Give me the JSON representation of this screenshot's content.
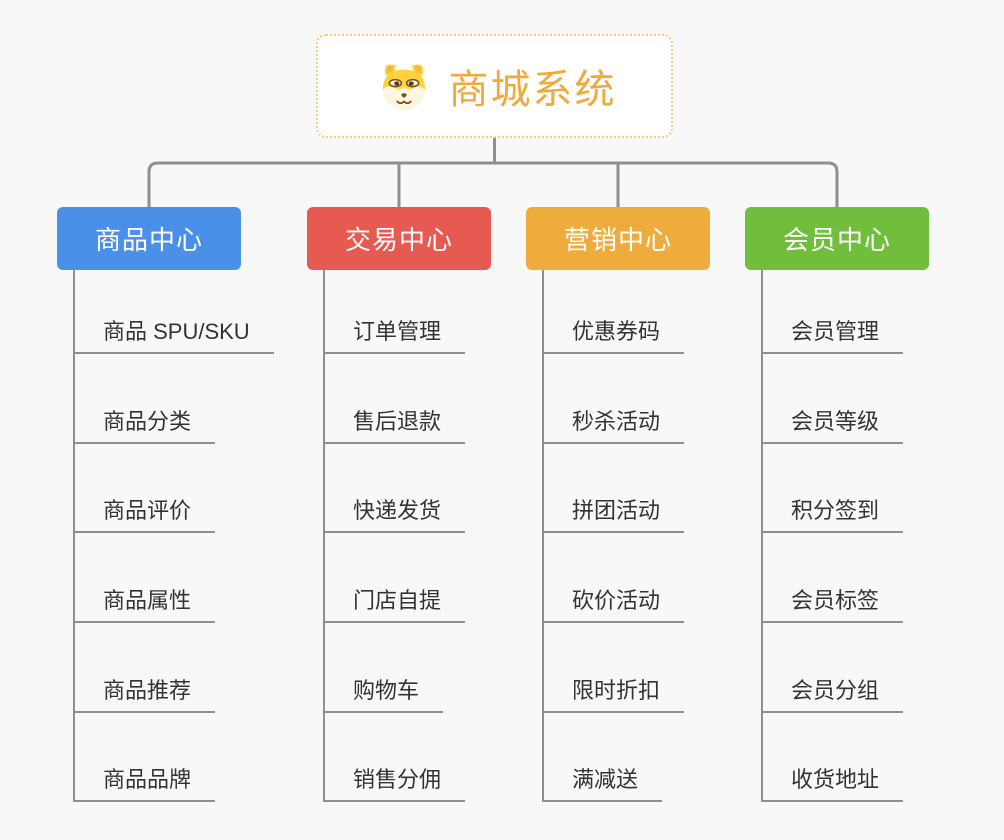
{
  "app": {
    "background": "#f8f8f8",
    "line_color": "#8f8f8f"
  },
  "root": {
    "title": "商城系统",
    "icon": "dog-face-icon",
    "text_color": "#F0A93C",
    "border_color": "#F3C983"
  },
  "branches": [
    {
      "id": "product-center",
      "label": "商品中心",
      "color": "#4A90E8",
      "items": [
        "商品 SPU/SKU",
        "商品分类",
        "商品评价",
        "商品属性",
        "商品推荐",
        "商品品牌"
      ]
    },
    {
      "id": "trade-center",
      "label": "交易中心",
      "color": "#E65A52",
      "items": [
        "订单管理",
        "售后退款",
        "快递发货",
        "门店自提",
        "购物车",
        "销售分佣"
      ]
    },
    {
      "id": "marketing-center",
      "label": "营销中心",
      "color": "#EDAC3C",
      "items": [
        "优惠券码",
        "秒杀活动",
        "拼团活动",
        "砍价活动",
        "限时折扣",
        "满减送"
      ]
    },
    {
      "id": "member-center",
      "label": "会员中心",
      "color": "#70BE3B",
      "items": [
        "会员管理",
        "会员等级",
        "积分签到",
        "会员标签",
        "会员分组",
        "收货地址"
      ]
    }
  ]
}
